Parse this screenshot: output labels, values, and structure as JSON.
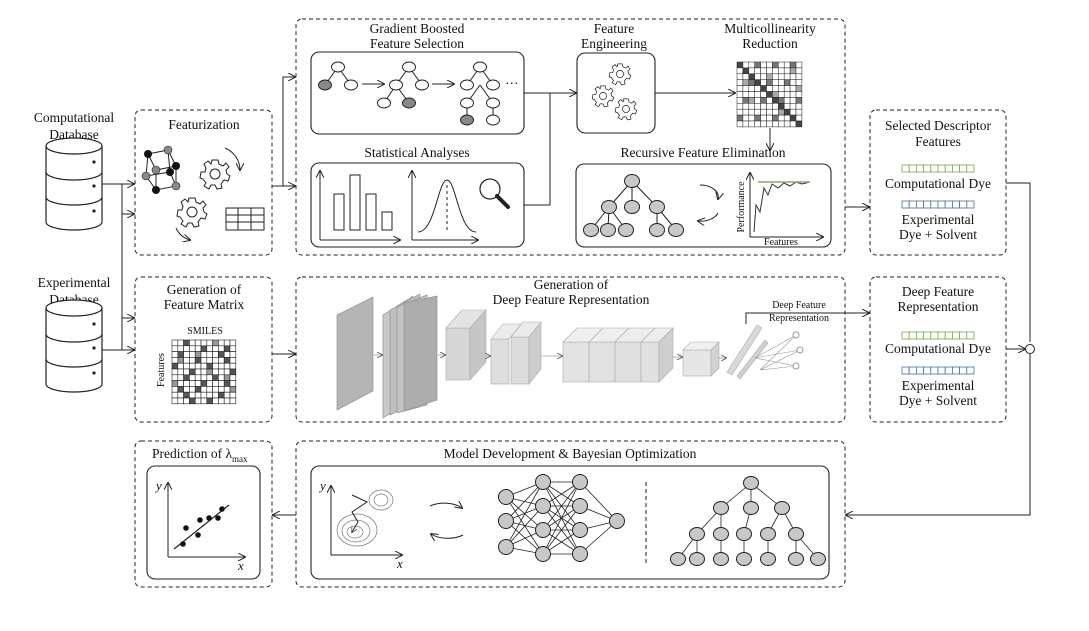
{
  "databases": {
    "computational": [
      "Computational",
      "Database"
    ],
    "experimental": [
      "Experimental",
      "Database"
    ]
  },
  "featurization": {
    "title": "Featurization"
  },
  "feature_matrix": {
    "title": [
      "Generation of",
      "Feature Matrix"
    ],
    "x_label": "SMILES",
    "y_label": "Features"
  },
  "gradient_boosted": {
    "title": [
      "Gradient Boosted",
      "Feature Selection"
    ]
  },
  "statistical": {
    "title": "Statistical Analyses"
  },
  "feature_engineering": {
    "title": [
      "Feature",
      "Engineering"
    ]
  },
  "multicollinearity": {
    "title": [
      "Multicollinearity",
      "Reduction"
    ]
  },
  "rfe": {
    "title": "Recursive Feature Elimination",
    "y_label": "Performance",
    "x_label": "Features"
  },
  "deep_rep": {
    "title": [
      "Generation of",
      "Deep Feature Representation"
    ],
    "output_label": [
      "Deep Feature",
      "Representation"
    ]
  },
  "selected_descriptor": {
    "title": [
      "Selected Descriptor",
      "Features"
    ],
    "comp": "Computational Dye",
    "exp": [
      "Experimental",
      "Dye + Solvent"
    ]
  },
  "deep_feature": {
    "title": [
      "Deep Feature",
      "Representation"
    ],
    "comp": "Computational Dye",
    "exp": [
      "Experimental",
      "Dye + Solvent"
    ]
  },
  "model_dev": {
    "title": "Model Development & Bayesian Optimization",
    "x_axis": "x",
    "y_axis": "y"
  },
  "prediction": {
    "title_prefix": "Prediction of λ",
    "title_sub": "max",
    "x_axis": "x",
    "y_axis": "y"
  },
  "colors": {
    "green_bar": "#7aa84a",
    "blue_bar": "#4a6fa5",
    "curve_green": "#8aa86a"
  }
}
